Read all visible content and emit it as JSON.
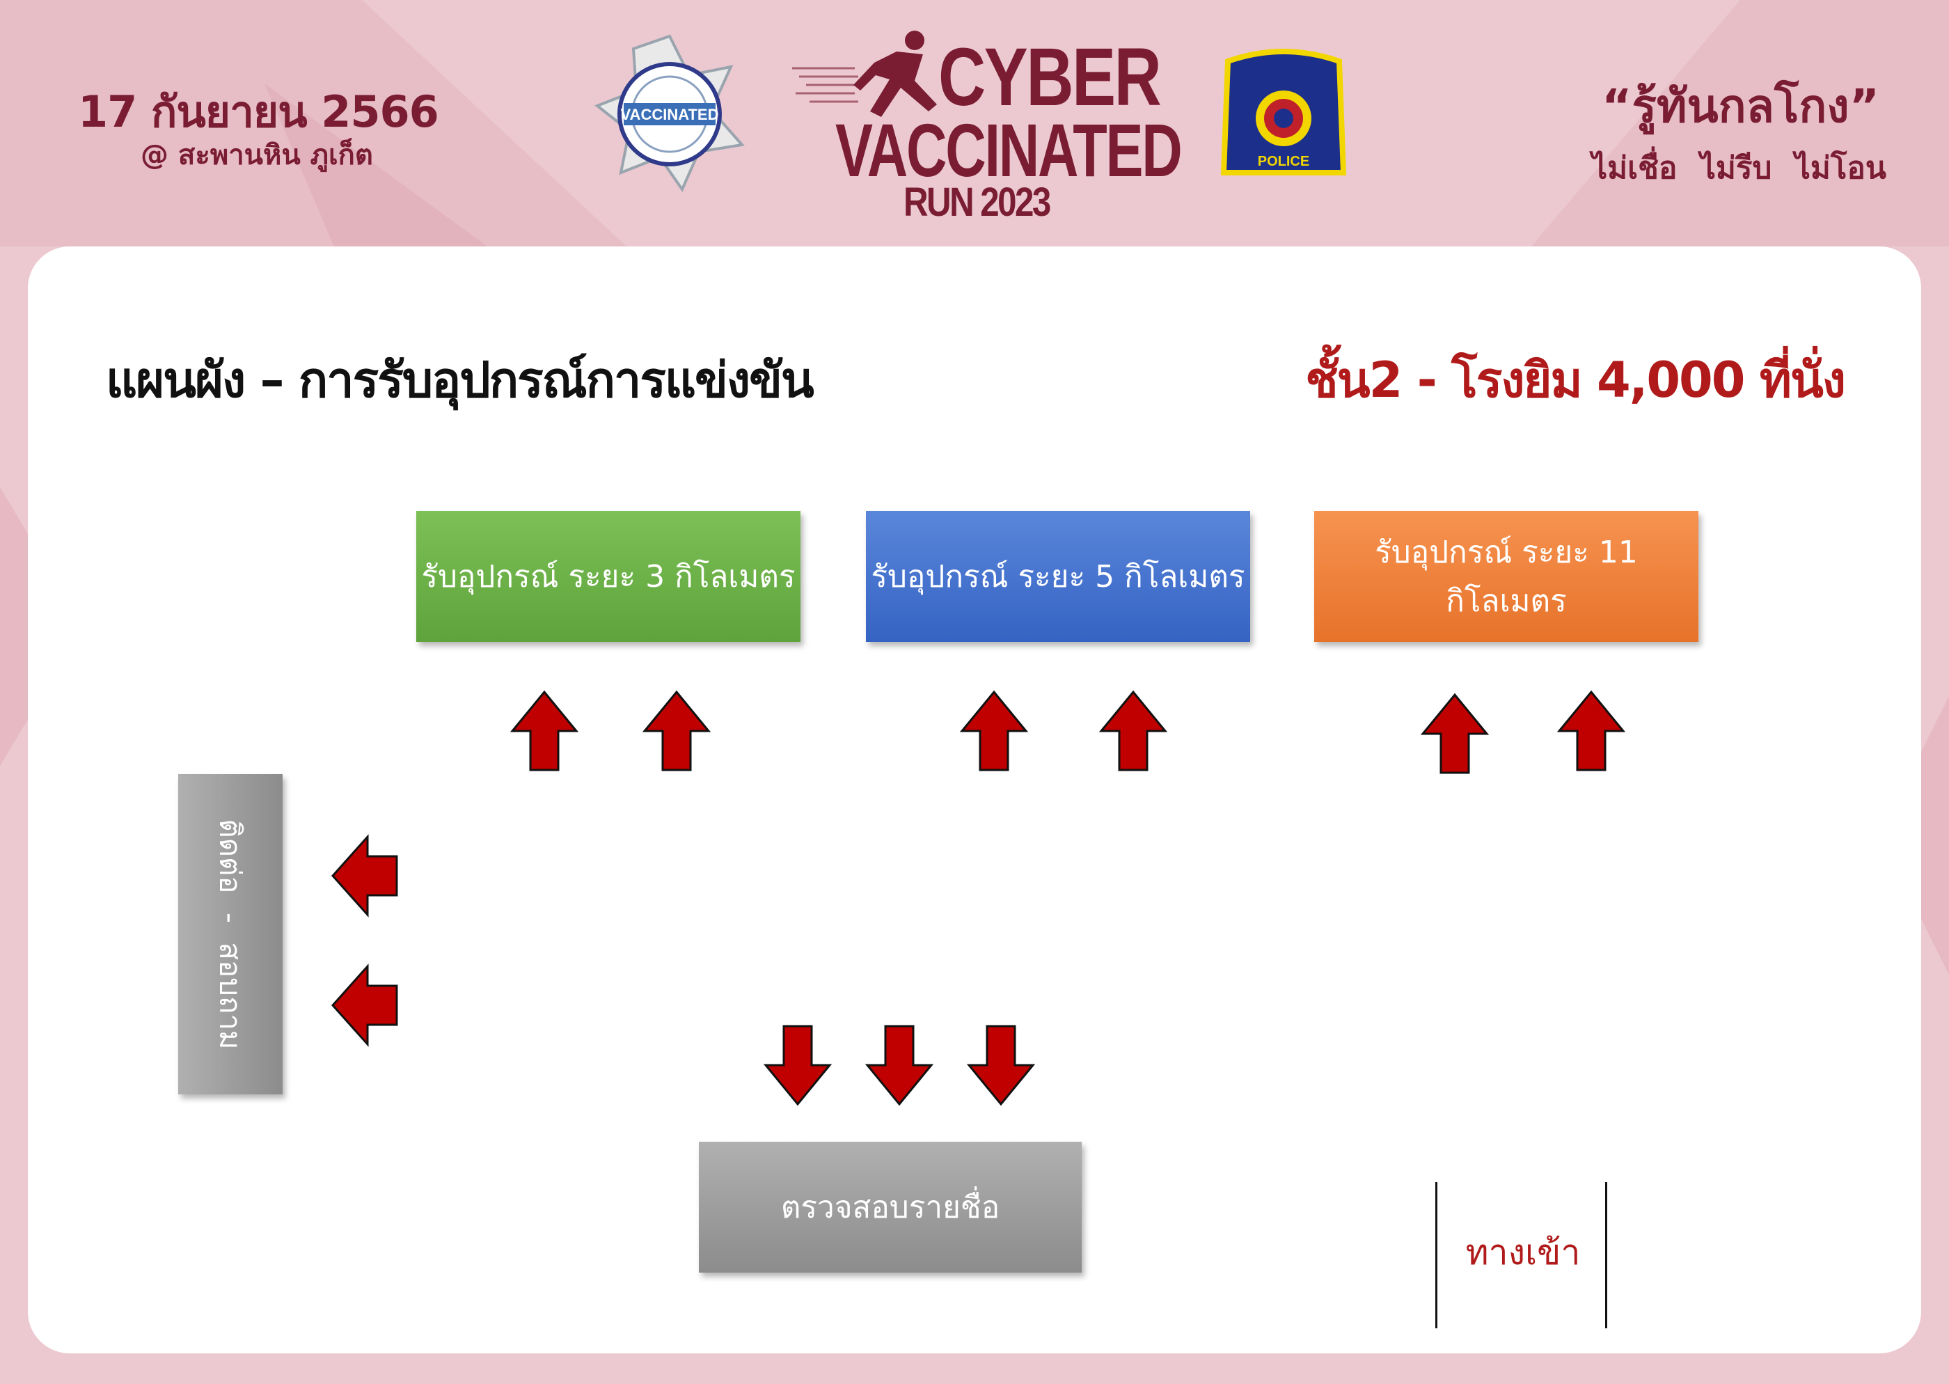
{
  "header": {
    "date": "17 กันยายน 2566",
    "venue": "@ สะพานหิน ภูเก็ต",
    "brand_line1": "CYBER",
    "brand_line2": "VACCINATED",
    "brand_line3": "RUN 2023",
    "badge_left_text": "VACCINATED",
    "badge_right_text": "POLICE",
    "slogan": "“รู้ทันกลโกง”",
    "tagline": "ไม่เชื่อ ไม่รีบ ไม่โอน"
  },
  "panel": {
    "title": "แผนผัง – การรับอุปกรณ์การแข่งขัน",
    "location": "ชั้น2 - โรงยิม 4,000 ที่นั่ง"
  },
  "stations": {
    "pickup_3k": "รับอุปกรณ์ ระยะ 3 กิโลเมตร",
    "pickup_5k": "รับอุปกรณ์ ระยะ 5 กิโลเมตร",
    "pickup_11k": "รับอุปกรณ์ ระยะ 11 กิโลเมตร",
    "name_check": "ตรวจสอบรายชื่อ",
    "contact": "ติดต่อ - สอบถาม",
    "entrance": "ทางเข้า"
  },
  "colors": {
    "brand": "#7a1d33",
    "pink_bg": "#ecc9d0",
    "arrow_red": "#c00000",
    "green": "#6ab04c",
    "blue": "#4472c4",
    "orange": "#ed7d31",
    "gray": "#9e9e9e",
    "location_red": "#b01a1a"
  }
}
